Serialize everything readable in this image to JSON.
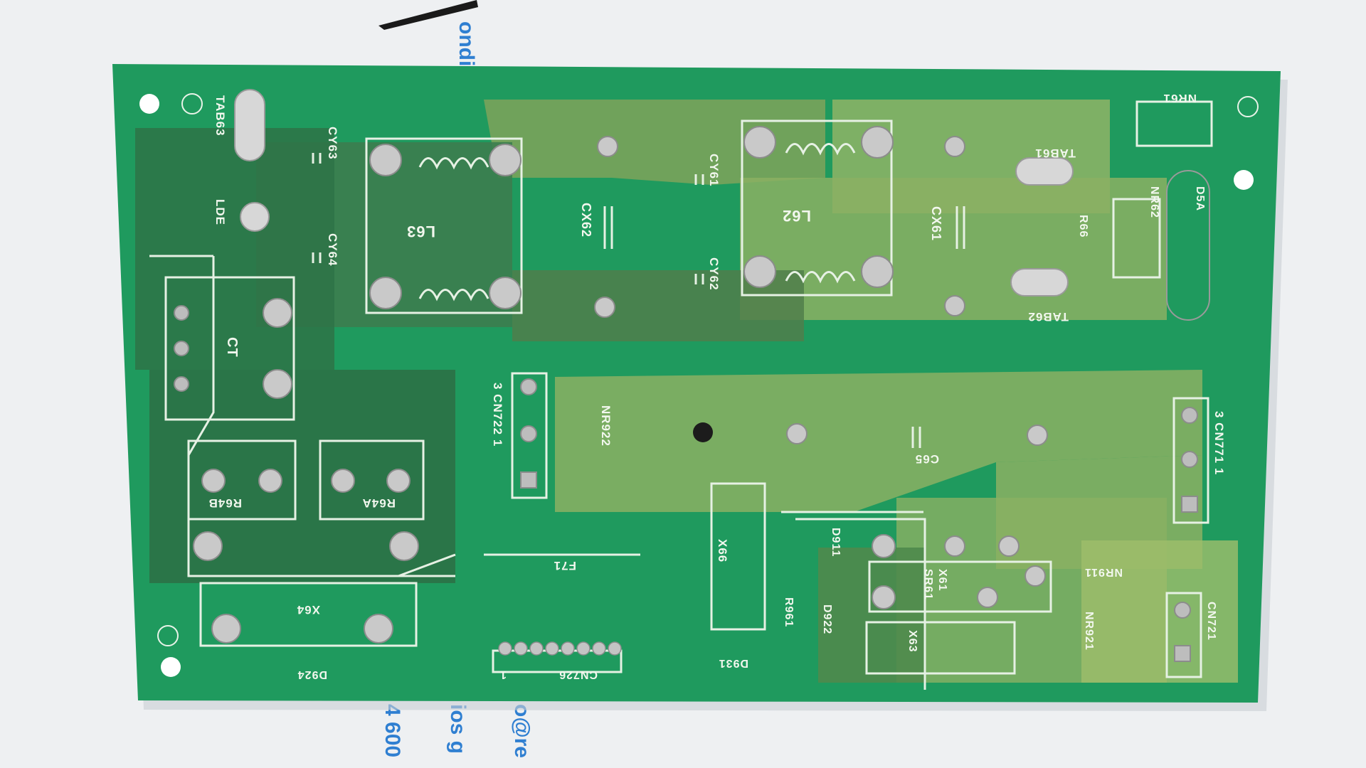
{
  "photo": {
    "subject": "pcb-solder-side",
    "board_color": "#1f9a5e",
    "background_color": "#eef0f2",
    "paper_text": {
      "top": "ondic",
      "bottom_left": "4 600",
      "bottom_mid": "ios g",
      "bottom_right": "o@re"
    },
    "labels": {
      "l63": "L63",
      "l62": "L62",
      "cx62": "CX62",
      "cx61": "CX61",
      "cy63": "CY63",
      "cy64": "CY64",
      "cy61": "CY61",
      "cy62": "CY62",
      "tab63": "TAB63",
      "lde": "LDE",
      "tab61": "TAB61",
      "tab62": "TAB62",
      "nr61": "NR61",
      "nr62": "NR62",
      "r66": "R66",
      "ct": "CT",
      "cn722": "3 CN722 1",
      "nr922": "NR922",
      "c65": "C65",
      "cn771": "3 CN771 1",
      "r64b": "R64B",
      "r64a": "R64A",
      "f71": "F71",
      "x66": "X66",
      "d911": "D911",
      "x61": "X61",
      "sr61": "SR61",
      "nr911": "NR911",
      "x64": "X64",
      "d924": "D924",
      "cn726": "CN726",
      "cn726_pin": "1",
      "d931": "D931",
      "r961": "R961",
      "d922": "D922",
      "x63": "X63",
      "nr921": "NR921",
      "cn721": "CN721",
      "d5a": "D5A"
    }
  }
}
